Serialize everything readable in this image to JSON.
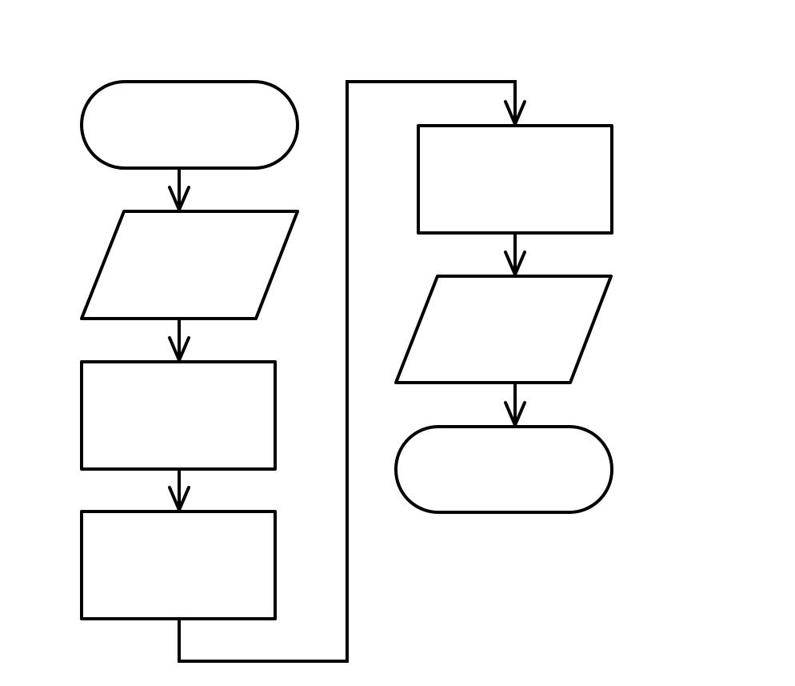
{
  "diagram": {
    "type": "flowchart",
    "colors": {
      "stroke": "#000000",
      "fill": "#ffffff",
      "background": "#ffffff"
    },
    "nodes": [
      {
        "id": "start",
        "shape": "terminator"
      },
      {
        "id": "input",
        "shape": "parallelogram"
      },
      {
        "id": "process-1",
        "shape": "rectangle"
      },
      {
        "id": "process-2",
        "shape": "rectangle"
      },
      {
        "id": "process-3",
        "shape": "rectangle"
      },
      {
        "id": "output",
        "shape": "parallelogram"
      },
      {
        "id": "end",
        "shape": "terminator"
      }
    ],
    "edges": [
      {
        "from": "start",
        "to": "input"
      },
      {
        "from": "input",
        "to": "process-1"
      },
      {
        "from": "process-1",
        "to": "process-2"
      },
      {
        "from": "process-2",
        "to": "process-3"
      },
      {
        "from": "process-3",
        "to": "output"
      },
      {
        "from": "output",
        "to": "end"
      }
    ]
  }
}
